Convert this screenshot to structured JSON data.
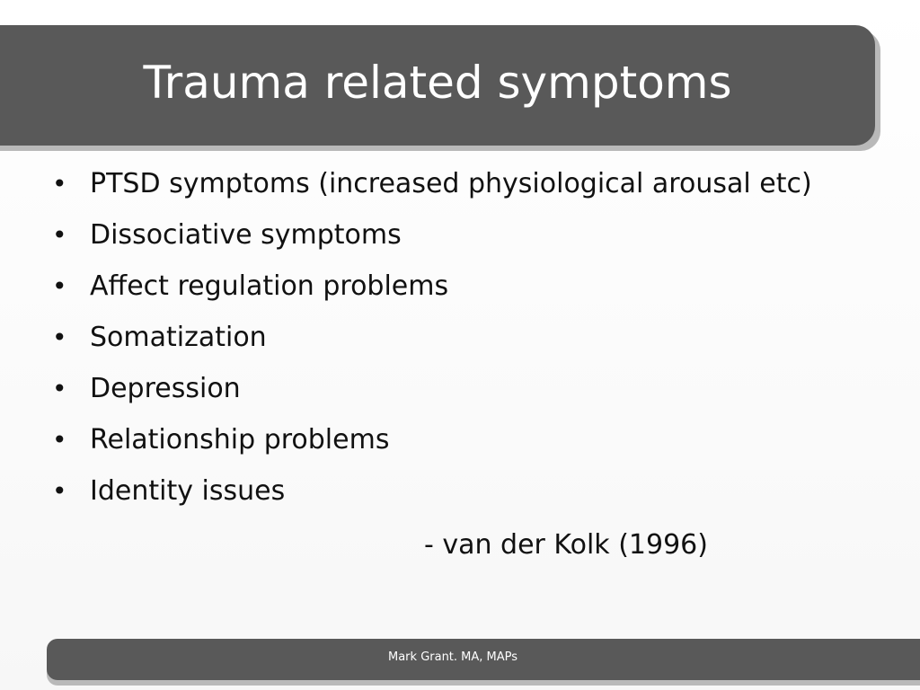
{
  "slide": {
    "title": "Trauma related symptoms",
    "bullet_symbol": "•",
    "bullets": [
      "PTSD symptoms (increased physiological arousal etc)",
      "Dissociative symptoms",
      "Affect regulation problems",
      "Somatization",
      "Depression",
      "Relationship problems",
      "Identity issues"
    ],
    "citation": "- van der Kolk (1996)",
    "footer": "Mark Grant. MA, MAPs"
  },
  "colors": {
    "banner": "#595959",
    "banner_shadow": "#b9b9b9",
    "title_text": "#ffffff",
    "body_text": "#111111"
  }
}
